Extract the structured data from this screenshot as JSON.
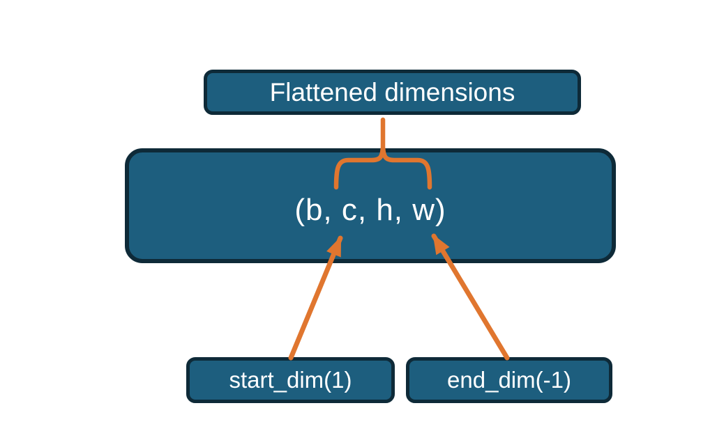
{
  "colors": {
    "background": "#ffffff",
    "box_fill": "#1d5e7e",
    "box_border": "#0e2a38",
    "accent": "#e0762f",
    "box_text": "#ffffff"
  },
  "nodes": {
    "flattened": {
      "label": "Flattened dimensions"
    },
    "tensor": {
      "label": "(b, c, h, w)"
    },
    "start_dim": {
      "label": "start_dim(1)"
    },
    "end_dim": {
      "label": "end_dim(-1)"
    }
  }
}
